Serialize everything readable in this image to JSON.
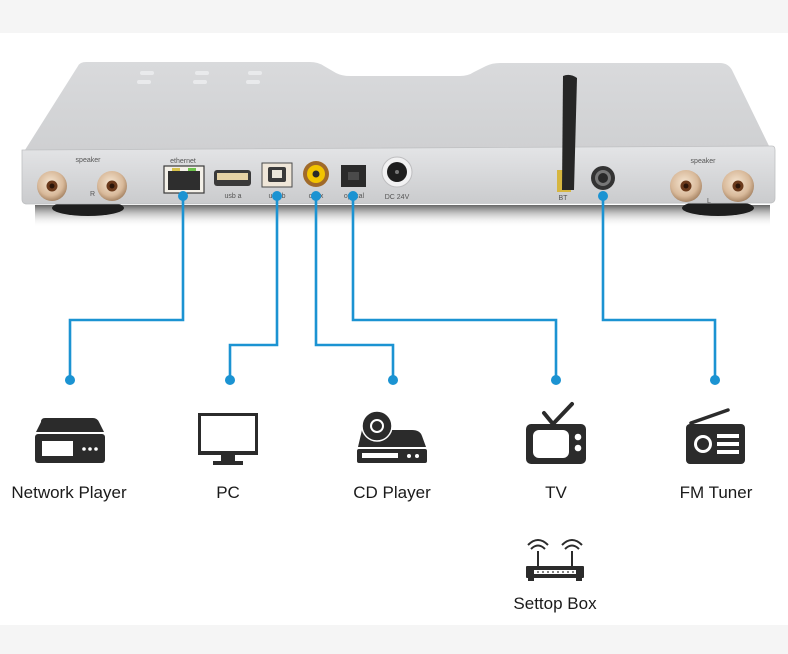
{
  "colors": {
    "connector": "#1b93d2",
    "icon": "#2b2b2b",
    "device_body": "#d4d5d7",
    "background_band": "#f5f5f5"
  },
  "device": {
    "name": "audio amplifier rear panel",
    "port_labels": {
      "speaker_left": "speaker",
      "speaker_left_marker": "R",
      "ethernet": "ethernet",
      "usb_a": "usb a",
      "usb_b": "usb b",
      "coax": "coax",
      "optical": "optical",
      "dc": "DC 24V",
      "bt": "BT",
      "speaker_right": "speaker",
      "speaker_right_marker": "L"
    }
  },
  "connections": [
    {
      "port": "ethernet",
      "device": "Network Player",
      "icon": "network-player-icon"
    },
    {
      "port": "usb b",
      "device": "PC",
      "icon": "pc-monitor-icon"
    },
    {
      "port": "coax",
      "device": "CD Player",
      "icon": "cd-player-icon"
    },
    {
      "port": "optical",
      "device": "TV",
      "icon": "tv-icon"
    },
    {
      "port": "antenna",
      "device": "FM Tuner",
      "icon": "radio-icon"
    }
  ],
  "extra_devices": [
    {
      "device": "Settop Box",
      "icon": "router-icon"
    }
  ]
}
